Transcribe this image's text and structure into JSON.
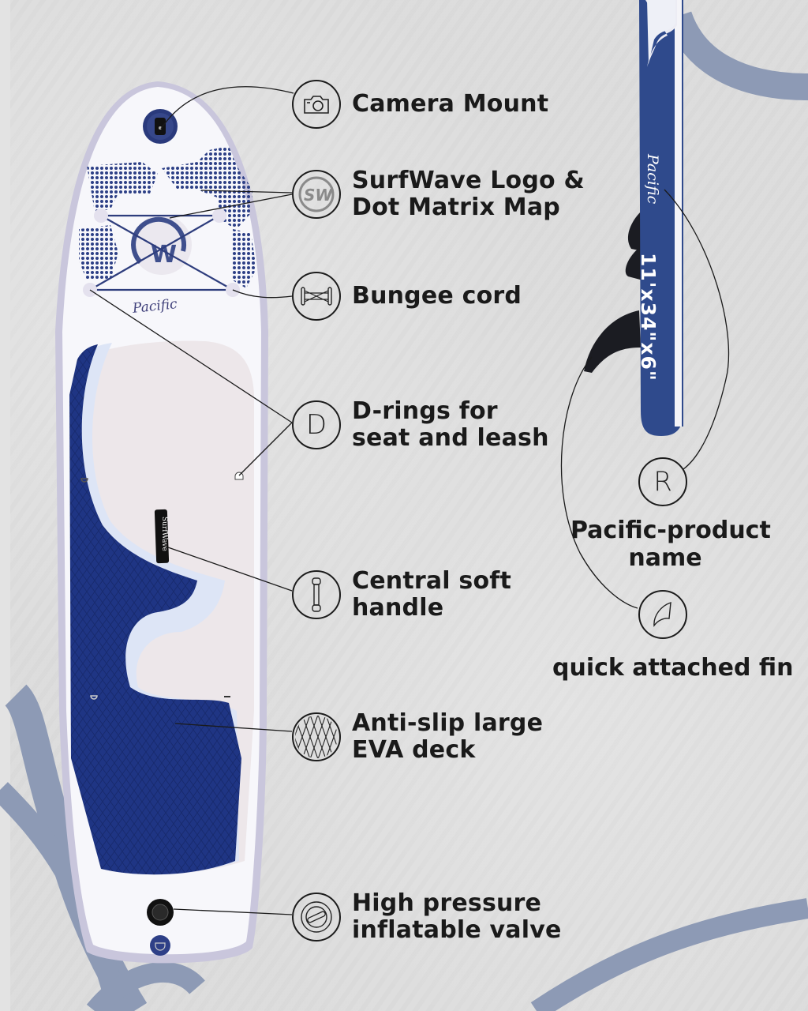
{
  "product": {
    "brand": "SurfWave",
    "model": "Pacific",
    "dimensions": "11'x34\"x6\"",
    "handle_tag": "SurfWave",
    "logo_letter": "W"
  },
  "colors": {
    "background": "#dcdcdc",
    "board_white": "#f7f7fb",
    "board_rail": "#c9c6dc",
    "navy": "#1f3584",
    "side_navy": "#2f4a8c",
    "deck_pad_light": "#ede7ea",
    "swoosh": "#8d9ab5",
    "text": "#1a1a1a",
    "fin": "#1b1c22"
  },
  "features": [
    {
      "id": "camera-mount",
      "icon": "camera-icon",
      "lines": [
        "Camera Mount"
      ]
    },
    {
      "id": "logo-map",
      "icon": "sw-logo-icon",
      "icon_text": "SW",
      "lines": [
        "SurfWave Logo &",
        "Dot Matrix Map"
      ]
    },
    {
      "id": "bungee-cord",
      "icon": "bungee-icon",
      "lines": [
        "Bungee cord"
      ]
    },
    {
      "id": "d-rings",
      "icon": "d-letter-icon",
      "icon_text": "D",
      "lines": [
        "D-rings for",
        "seat and leash"
      ]
    },
    {
      "id": "central-handle",
      "icon": "handle-icon",
      "lines": [
        "Central soft",
        "handle"
      ]
    },
    {
      "id": "eva-deck",
      "icon": "diamond-grid-icon",
      "lines": [
        "Anti-slip large",
        "EVA deck"
      ]
    },
    {
      "id": "valve",
      "icon": "valve-icon",
      "lines": [
        "High pressure",
        "inflatable valve"
      ]
    }
  ],
  "side_features": [
    {
      "id": "product-name",
      "icon": "r-letter-icon",
      "icon_text": "R",
      "lines": [
        "Pacific-product",
        "name"
      ]
    },
    {
      "id": "fin",
      "icon": "fin-icon",
      "lines": [
        "quick attached fin"
      ]
    }
  ]
}
